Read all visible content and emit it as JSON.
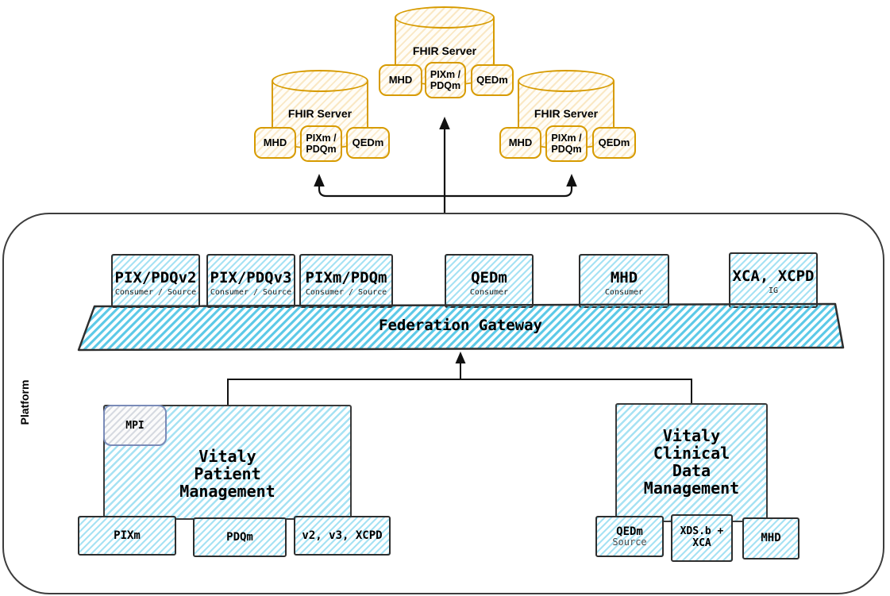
{
  "colors": {
    "accent_orange": "#D79B00",
    "accent_blue": "#45C2E4",
    "outline_dark": "#2E2E2E",
    "mpi_border": "#7A8BB8"
  },
  "platform": {
    "label": "Platform"
  },
  "fhir_servers": [
    {
      "title": "FHIR Server",
      "modules": [
        "MHD",
        "PIXm /\nPDQm",
        "QEDm"
      ]
    },
    {
      "title": "FHIR Server",
      "modules": [
        "MHD",
        "PIXm /\nPDQm",
        "QEDm"
      ]
    },
    {
      "title": "FHIR Server",
      "modules": [
        "MHD",
        "PIXm /\nPDQm",
        "QEDm"
      ]
    }
  ],
  "gateway": {
    "label": "Federation Gateway"
  },
  "protocols": [
    {
      "title": "PIX/PDQv2",
      "subtitle": "Consumer / Source"
    },
    {
      "title": "PIX/PDQv3",
      "subtitle": "Consumer / Source"
    },
    {
      "title": "PIXm/PDQm",
      "subtitle": "Consumer / Source"
    },
    {
      "title": "QEDm",
      "subtitle": "Consumer"
    },
    {
      "title": "MHD",
      "subtitle": "Consumer"
    },
    {
      "title": "XCA, XCPD",
      "subtitle": "IG"
    }
  ],
  "patient_management": {
    "title": "Vitaly\nPatient\nManagement",
    "mpi_label": "MPI",
    "modules": [
      "PIXm",
      "PDQm",
      "v2, v3, XCPD"
    ]
  },
  "clinical_management": {
    "title": "Vitaly\nClinical\nData\nManagement",
    "modules": [
      {
        "title": "QEDm",
        "subtitle": "Source"
      },
      {
        "title": "XDS.b +\nXCA"
      },
      {
        "title": "MHD"
      }
    ]
  }
}
